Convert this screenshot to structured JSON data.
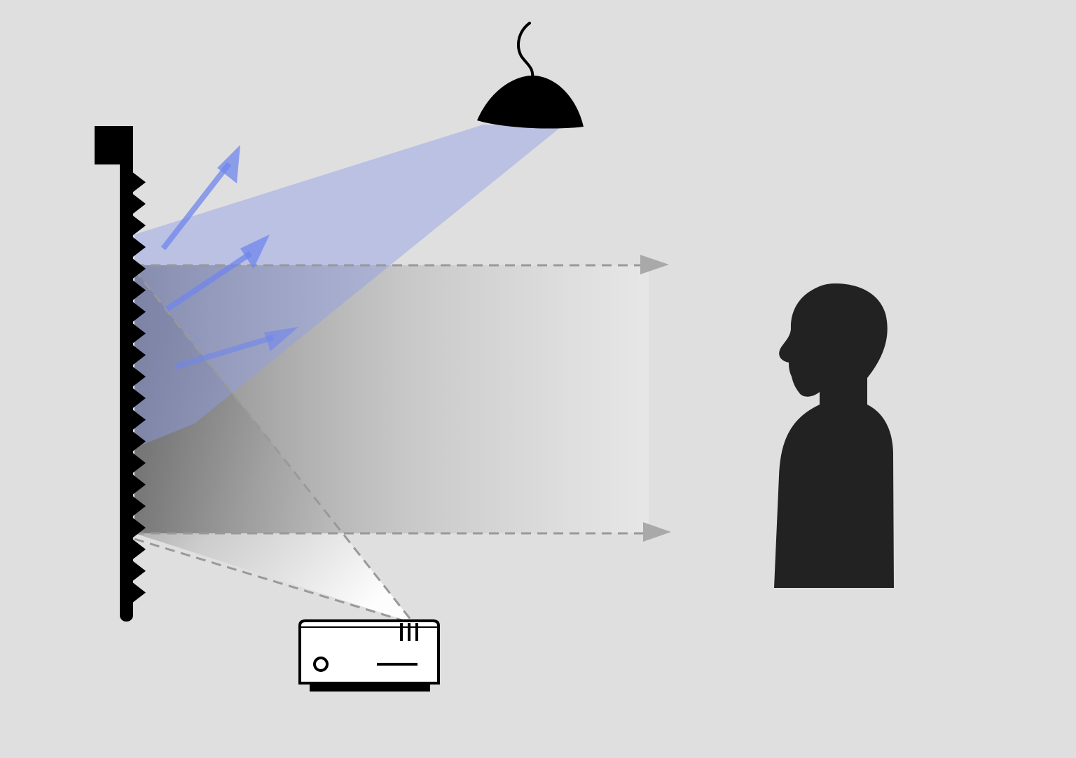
{
  "diagram": {
    "kind": "ambient-light-rejecting projection screen",
    "colors": {
      "background": "#dfdfdf",
      "screen": "#000000",
      "ambient_light": "#8e9ee8",
      "ambient_arrow": "#6f86ec",
      "projector_light": "#8a8a8a",
      "dashed_guides": "#999999",
      "viewer": "#222222",
      "projector_body": "#ffffff",
      "outline": "#000000"
    },
    "elements": {
      "ceiling_lamp": "pendant-lamp-icon",
      "screen": "sawtooth-screen",
      "projector": "projector-icon",
      "viewer": "person-silhouette-icon"
    },
    "ambient_reflection_arrows": 3,
    "projection_guides": 4,
    "screen_teeth": 20,
    "labels": []
  }
}
